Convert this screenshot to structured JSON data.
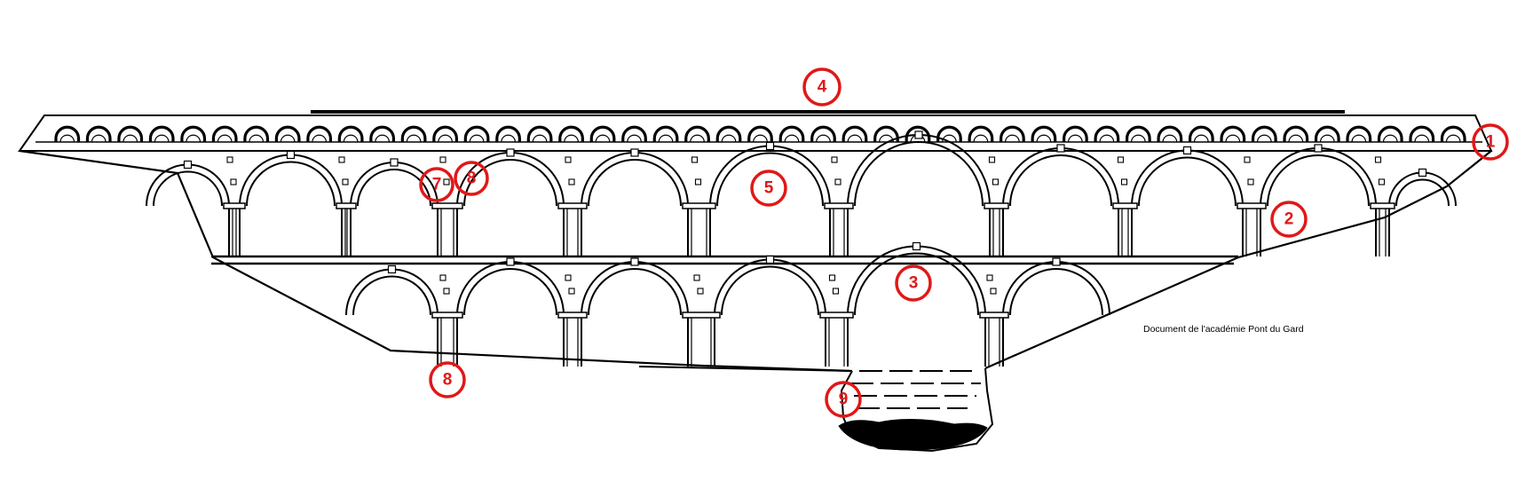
{
  "colors": {
    "ink": "#000000",
    "marker": "#e01818",
    "background": "#ffffff"
  },
  "caption": "Document de l'académie Pont du Gard",
  "markers": [
    "1",
    "2",
    "3",
    "4",
    "5",
    "7",
    "8",
    "8",
    "9"
  ]
}
